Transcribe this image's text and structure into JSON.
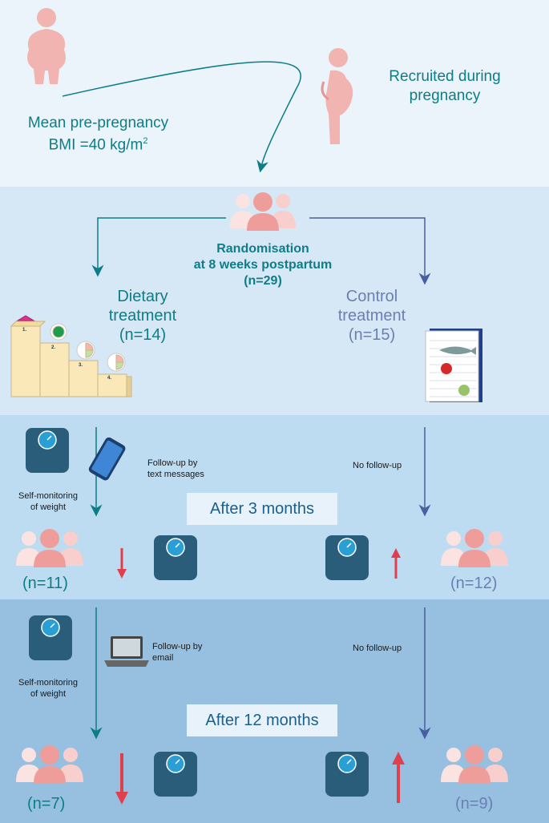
{
  "top": {
    "bmi_line1": "Mean pre-pregnancy",
    "bmi_line2": "BMI =40 kg/m",
    "bmi_sup": "2",
    "recruited_line1": "Recruited during",
    "recruited_line2": "pregnancy"
  },
  "randomisation": {
    "line1": "Randomisation",
    "line2": "at 8 weeks postpartum",
    "line3": "(n=29)"
  },
  "dietary": {
    "line1": "Dietary",
    "line2": "treatment",
    "n": "(n=14)"
  },
  "control": {
    "line1": "Control",
    "line2": "treatment",
    "n": "(n=15)"
  },
  "stairs": {
    "steps": [
      "1.",
      "2.",
      "3.",
      "4."
    ]
  },
  "month3": {
    "self_line1": "Self-monitoring",
    "self_line2": "of weight",
    "followup_line1": "Follow-up by",
    "followup_line2": "text messages",
    "nofollow": "No follow-up",
    "label": "After 3 months",
    "n_diet": "(n=11)",
    "n_control": "(n=12)"
  },
  "month12": {
    "self_line1": "Self-monitoring",
    "self_line2": "of weight",
    "followup_line1": "Follow-up by",
    "followup_line2": "email",
    "nofollow": "No follow-up",
    "label": "After 12 months",
    "n_diet": "(n=7)",
    "n_control": "(n=9)"
  },
  "colors": {
    "teal": "#0d7e86",
    "slate": "#6a7fb2",
    "red_arrow": "#e0404e",
    "scale": "#2a5d7a",
    "pink": "#f2a7a7"
  }
}
